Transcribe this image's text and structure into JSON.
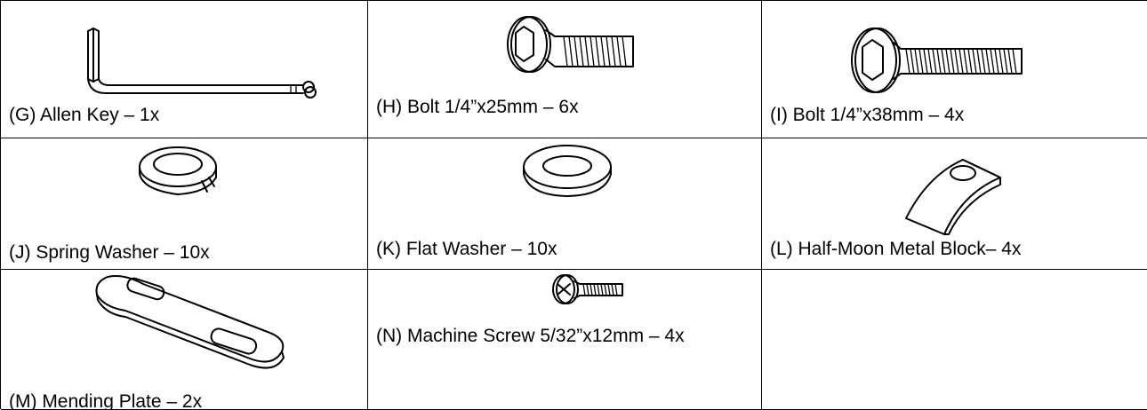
{
  "parts": [
    {
      "label": "(G) Allen Key – 1x",
      "icon": "allen-key-icon"
    },
    {
      "label": "(H) Bolt 1/4”x25mm – 6x",
      "icon": "bolt-25mm-icon"
    },
    {
      "label": "(I) Bolt 1/4”x38mm – 4x",
      "icon": "bolt-38mm-icon"
    },
    {
      "label": "(J) Spring Washer – 10x",
      "icon": "spring-washer-icon"
    },
    {
      "label": "(K) Flat Washer – 10x",
      "icon": "flat-washer-icon"
    },
    {
      "label": "(L) Half-Moon Metal Block– 4x",
      "icon": "half-moon-metal-block-icon"
    },
    {
      "label": "(M) Mending Plate – 2x",
      "icon": "mending-plate-icon"
    },
    {
      "label": "(N) Machine Screw 5/32”x12mm – 4x",
      "icon": "machine-screw-icon"
    }
  ]
}
